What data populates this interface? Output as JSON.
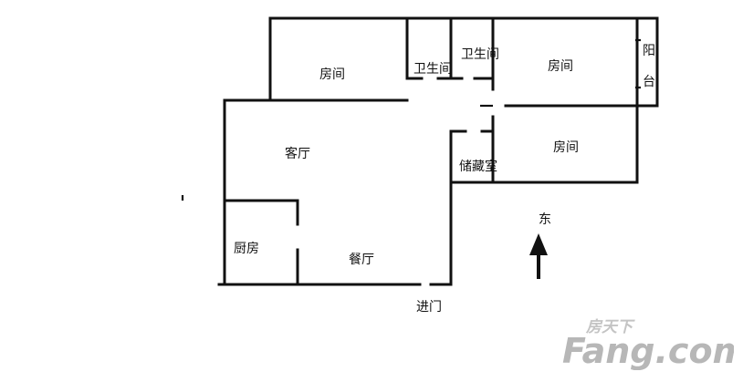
{
  "floorplan": {
    "rooms": {
      "bedroom_top_left": "房间",
      "bathroom_left": "卫生间",
      "bathroom_right": "卫生间",
      "bedroom_top_right": "房间",
      "balcony_line1": "阳",
      "balcony_line2": "台",
      "living_room": "客厅",
      "storage_room": "储藏室",
      "bedroom_middle_right": "房间",
      "kitchen": "厨房",
      "dining_room": "餐厅"
    },
    "entrance_label": "进门",
    "compass_label": "东"
  },
  "watermark": {
    "chinese": "房天下",
    "latin": "Fang.com",
    "color": "#b7b7b7"
  },
  "colors": {
    "wall": "#111111",
    "background": "#ffffff"
  }
}
